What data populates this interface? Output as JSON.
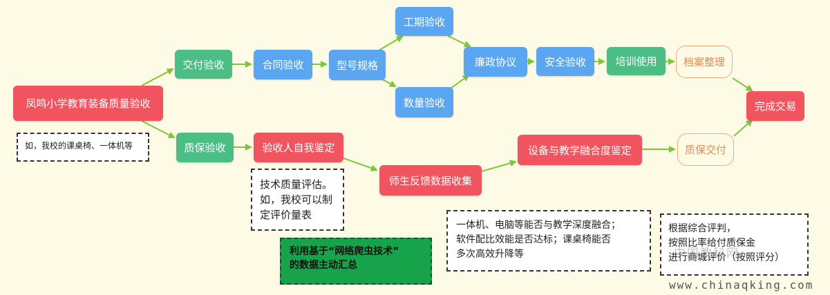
{
  "nodes": {
    "root": "凤鸣小学教育装备质量验收",
    "delivery_acceptance": "交付验收",
    "contract_acceptance": "合同验收",
    "model_spec": "型号规格",
    "schedule_acceptance": "工期验收",
    "quantity_acceptance": "数量验收",
    "integrity_agreement": "廉政协议",
    "safety_acceptance": "安全验收",
    "training_use": "培训使用",
    "archive": "档案整理",
    "complete_deal": "完成交易",
    "warranty_acceptance": "质保验收",
    "self_appraisal": "验收人自我鉴定",
    "feedback_collection": "师生反馈数据收集",
    "integration_appraisal": "设备与教学融合度鉴定",
    "warranty_delivery": "质保交付"
  },
  "notes": {
    "example": "如，我校的课桌椅、一体机等",
    "tech_eval": [
      "技术质量评估。",
      "如，我校可以制",
      "定评价量表"
    ],
    "crawler": [
      "利用基于“网络爬虫技术”",
      "的数据主动汇总"
    ],
    "integration": [
      "一体机、电脑等能否与教学深度融合；",
      "软件配比效能是否达标；课桌椅能否",
      "多次高效升降等"
    ],
    "payment": [
      "根据综合评判，",
      "按照比率给付质保金",
      "进行商城评价（按照评分）"
    ]
  },
  "watermark": {
    "logo": "中国教科网",
    "url": "www.chinaqking.com"
  },
  "colors": {
    "red": "#f0545e",
    "green": "#4dbd86",
    "blue": "#5aa6f0",
    "outline_orange": "#e58a55",
    "arrow_green": "#7cc63a",
    "background": "#fdfbe6"
  }
}
